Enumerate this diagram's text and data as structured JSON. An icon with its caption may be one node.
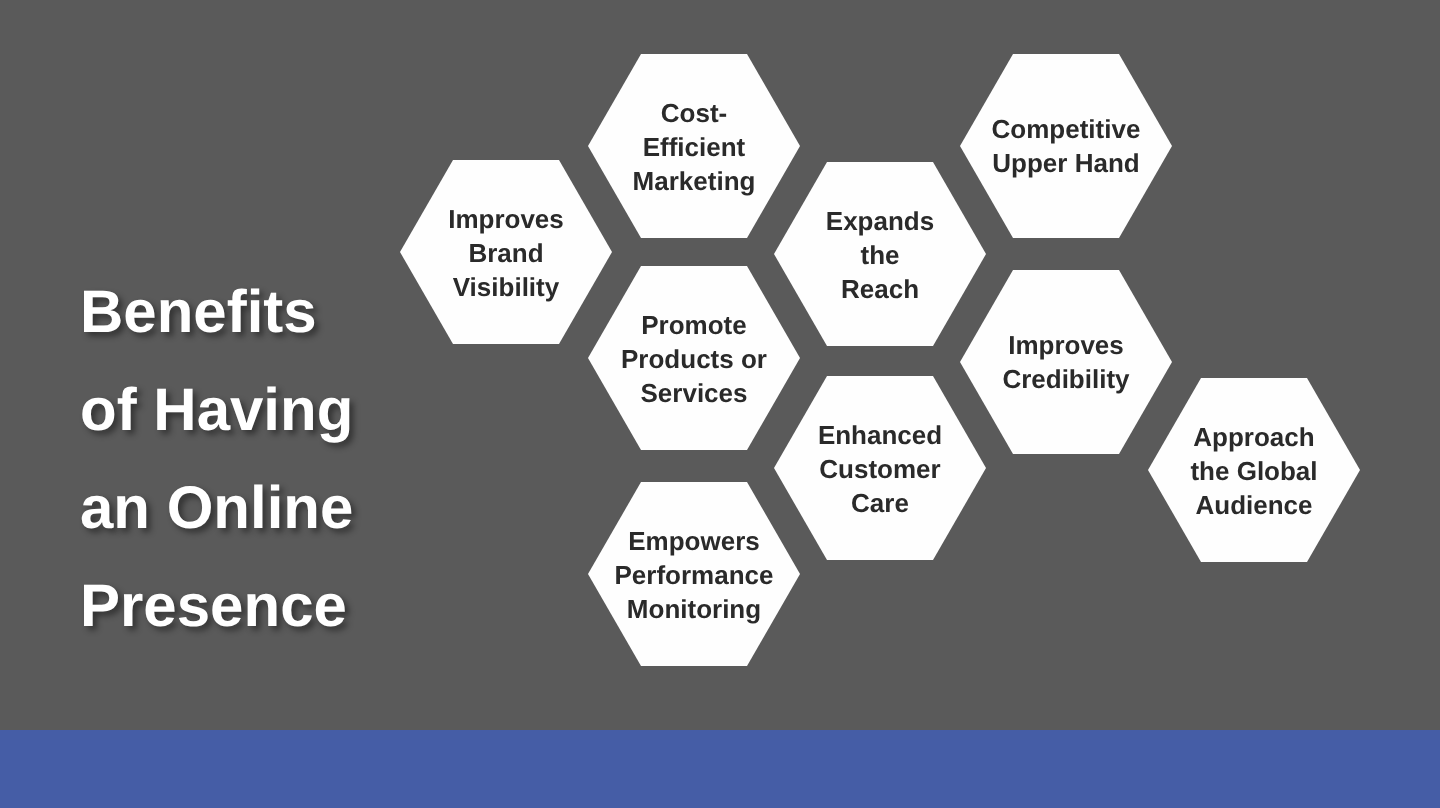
{
  "diagram": {
    "title": "Benefits of Having an Online Presence",
    "nodes": [
      {
        "text": [
          "Cost-Efficient Marketing"
        ]
      },
      {
        "text": [
          "Competitive Upper Hand"
        ]
      },
      {
        "text": [
          "Improves Brand Visibility"
        ]
      },
      {
        "text": [
          "Expands the Reach"
        ]
      },
      {
        "text": [
          "Promote Products or Services"
        ]
      },
      {
        "text": [
          "Improves Credibility"
        ]
      },
      {
        "text": [
          "Enhanced Customer Care"
        ]
      },
      {
        "text": [
          "Approach the Global Audience"
        ]
      },
      {
        "text": [
          "Empowers Performance Monitoring"
        ]
      }
    ]
  }
}
